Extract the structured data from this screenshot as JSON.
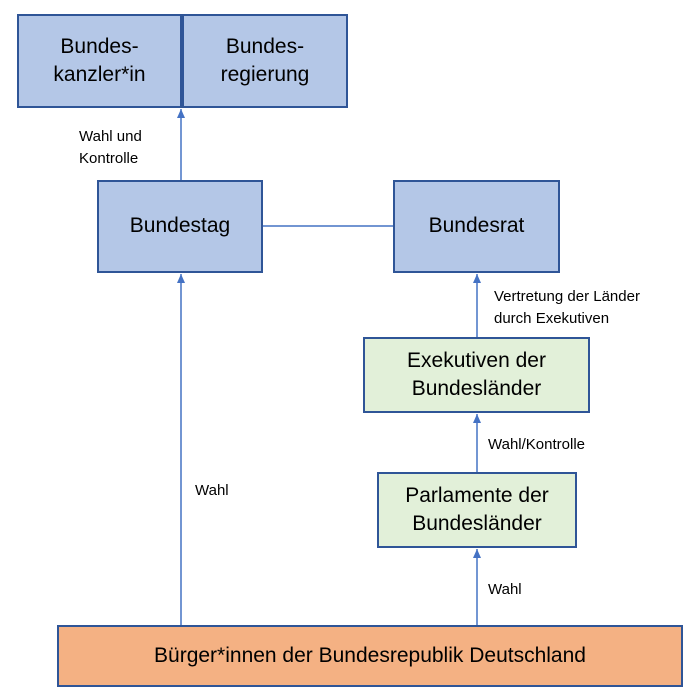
{
  "nodes": {
    "bundeskanzlerin": {
      "line1": "Bundes-",
      "line2": "kanzler*in"
    },
    "bundesregierung": {
      "line1": "Bundes-",
      "line2": "regierung"
    },
    "bundestag": "Bundestag",
    "bundesrat": "Bundesrat",
    "exekutiven": {
      "line1": "Exekutiven der",
      "line2": "Bundesländer"
    },
    "parlamente": {
      "line1": "Parlamente der",
      "line2": "Bundesländer"
    },
    "buerger": "Bürger*innen der Bundesrepublik Deutschland"
  },
  "edge_labels": {
    "wahl_kontrolle": {
      "line1": "Wahl und",
      "line2": "Kontrolle"
    },
    "vertretung": {
      "line1": "Vertretung der Länder",
      "line2": "durch Exekutiven"
    },
    "wahl_kontrolle_laender": "Wahl/Kontrolle",
    "wahl_bundestag": "Wahl",
    "wahl_parlamente": "Wahl"
  },
  "colors": {
    "federal_fill": "#b4c7e7",
    "state_fill": "#e2f0d9",
    "citizens_fill": "#f4b183",
    "border": "#2f5597",
    "connector": "#4472c4"
  }
}
